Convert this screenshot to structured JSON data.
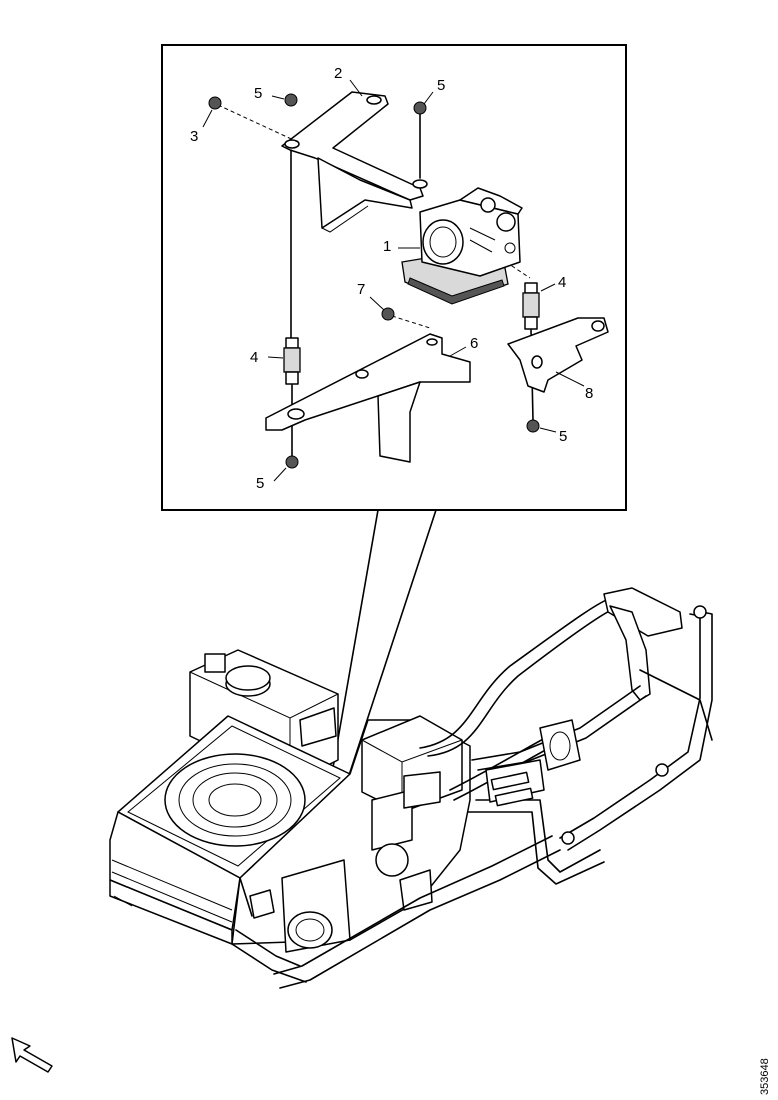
{
  "callouts": {
    "c1": "1",
    "c2": "2",
    "c3": "3",
    "c4a": "4",
    "c4b": "4",
    "c5a": "5",
    "c5b": "5",
    "c5c": "5",
    "c5d": "5",
    "c6": "6",
    "c7": "7",
    "c8": "8"
  },
  "document_id": "353648",
  "icons": {
    "direction": "forward-arrow-icon"
  }
}
